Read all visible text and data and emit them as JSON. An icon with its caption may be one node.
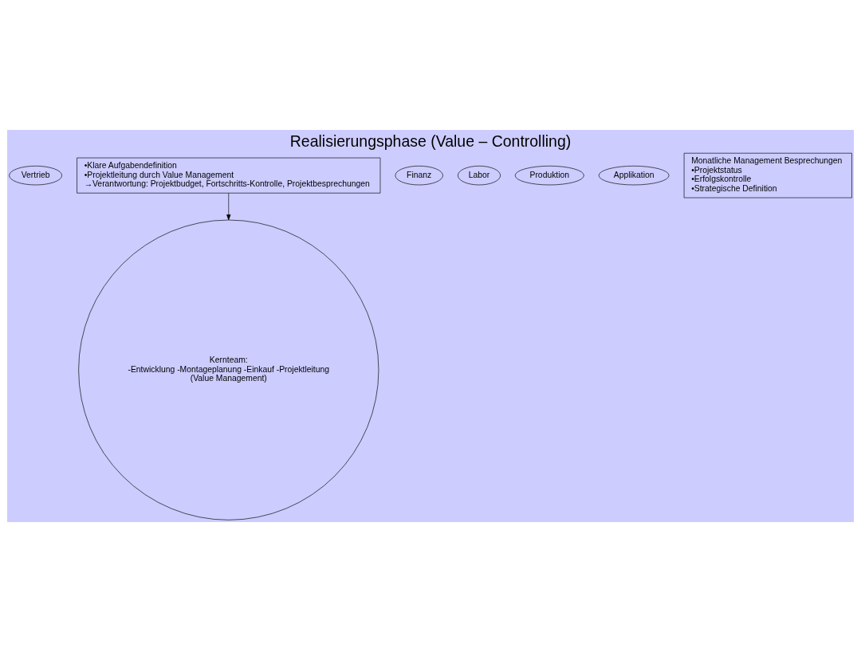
{
  "diagram": {
    "title": "Realisierungsphase (Value – Controlling)",
    "nodes": [
      {
        "text": [
          "Vertrieb"
        ]
      },
      {
        "text": [
          "Kernteam:",
          "-Entwicklung -Montageplanung -Einkauf -Projektleitung",
          "(Value Management)"
        ]
      },
      {
        "text": [
          "Finanz"
        ]
      },
      {
        "text": [
          "Labor"
        ]
      },
      {
        "text": [
          "Produktion"
        ]
      },
      {
        "text": [
          "Applikation"
        ]
      },
      {
        "text": [
          "Monatliche Management Besprechungen",
          "•Projektstatus",
          "•Erfolgskontrolle",
          "•Strategische Definition"
        ]
      },
      {
        "text": [
          "•Klare Aufgabendefinition",
          "•Projektleitung durch Value Management",
          "→Verantwortung: Projektbudget, Fortschritts-Kontrolle, Projektbesprechungen"
        ]
      }
    ],
    "edges": [
      {
        "from": 7,
        "to": 1,
        "arrow": "to"
      }
    ]
  }
}
